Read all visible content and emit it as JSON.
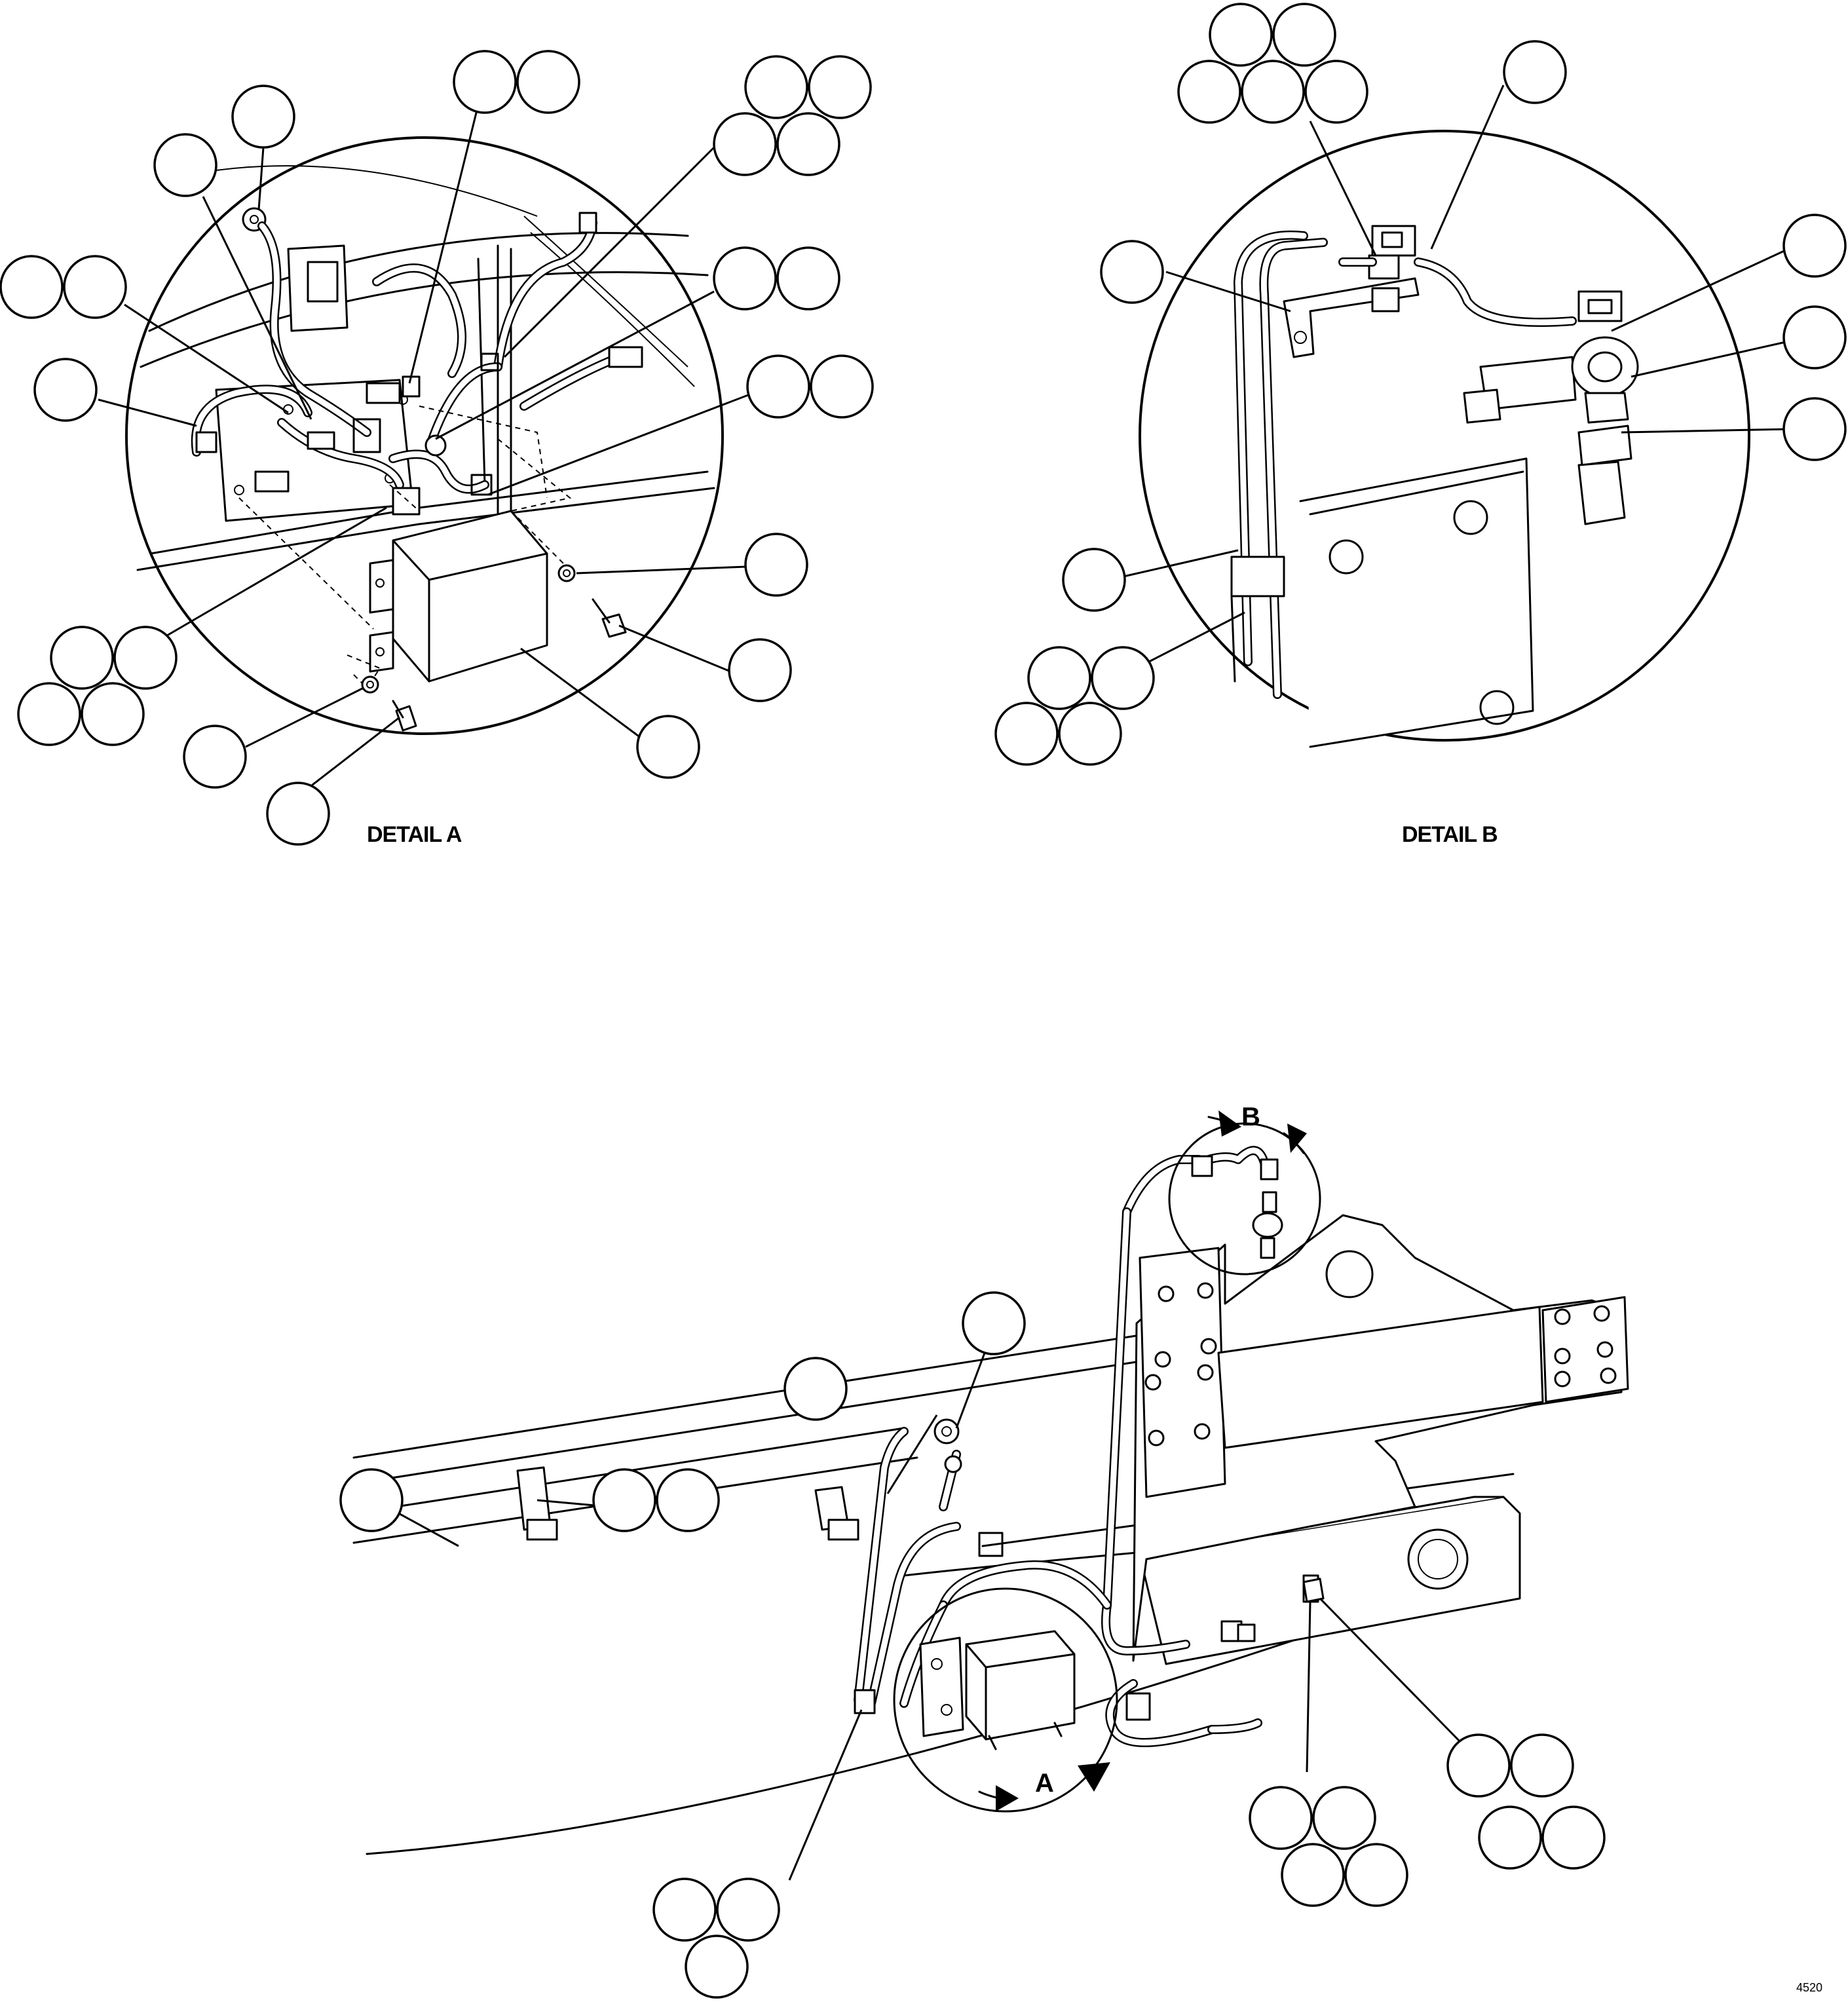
{
  "labels": {
    "detail_a": "DETAIL A",
    "detail_b": "DETAIL B",
    "view_a": "A",
    "view_b": "B",
    "figure_id": "4520"
  }
}
